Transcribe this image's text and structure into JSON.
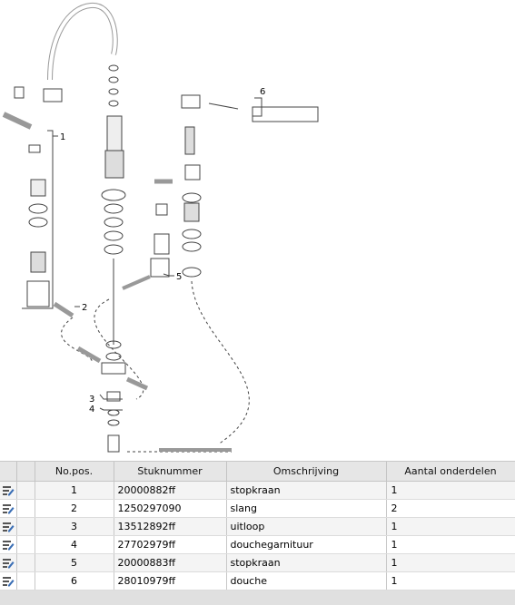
{
  "diagram": {
    "callouts": [
      "1",
      "2",
      "3",
      "4",
      "5",
      "6"
    ]
  },
  "table": {
    "headers": [
      "No.pos.",
      "Stuknummer",
      "Omschrijving",
      "Aantal onderdelen"
    ],
    "rows": [
      {
        "pos": "1",
        "part": "20000882ff",
        "desc": "stopkraan",
        "qty": "1"
      },
      {
        "pos": "2",
        "part": "1250297090",
        "desc": "slang",
        "qty": "2"
      },
      {
        "pos": "3",
        "part": "13512892ff",
        "desc": "uitloop",
        "qty": "1"
      },
      {
        "pos": "4",
        "part": "27702979ff",
        "desc": "douchegarnituur",
        "qty": "1"
      },
      {
        "pos": "5",
        "part": "20000883ff",
        "desc": "stopkraan",
        "qty": "1"
      },
      {
        "pos": "6",
        "part": "28010979ff",
        "desc": "douche",
        "qty": "1"
      }
    ],
    "row_icon": "edit-icon"
  }
}
